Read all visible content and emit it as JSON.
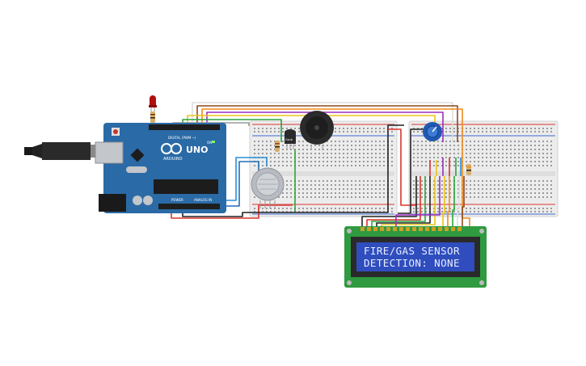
{
  "lcd": {
    "line1": "FIRE/GAS SENSOR",
    "line2": "DETECTION: NONE"
  },
  "arduino": {
    "model_label": "UNO",
    "brand_label": "ARDUINO",
    "digital_label": "DIGITAL (PWM ~)",
    "power_label": "POWER",
    "analog_label": "ANALOG IN",
    "on_label": "ON"
  },
  "transistor": {
    "label": "Gsnb"
  },
  "colors": {
    "arduino_board": "#2a6aa6",
    "breadboard": "#ececec",
    "lcd_pcb": "#2f9a3f",
    "lcd_screen": "#2f4dbd",
    "buzzer": "#2b2b2b",
    "led": "#b10f0f",
    "gas_sensor": "#b8bcc2",
    "potentiometer": "#1f59b5"
  }
}
